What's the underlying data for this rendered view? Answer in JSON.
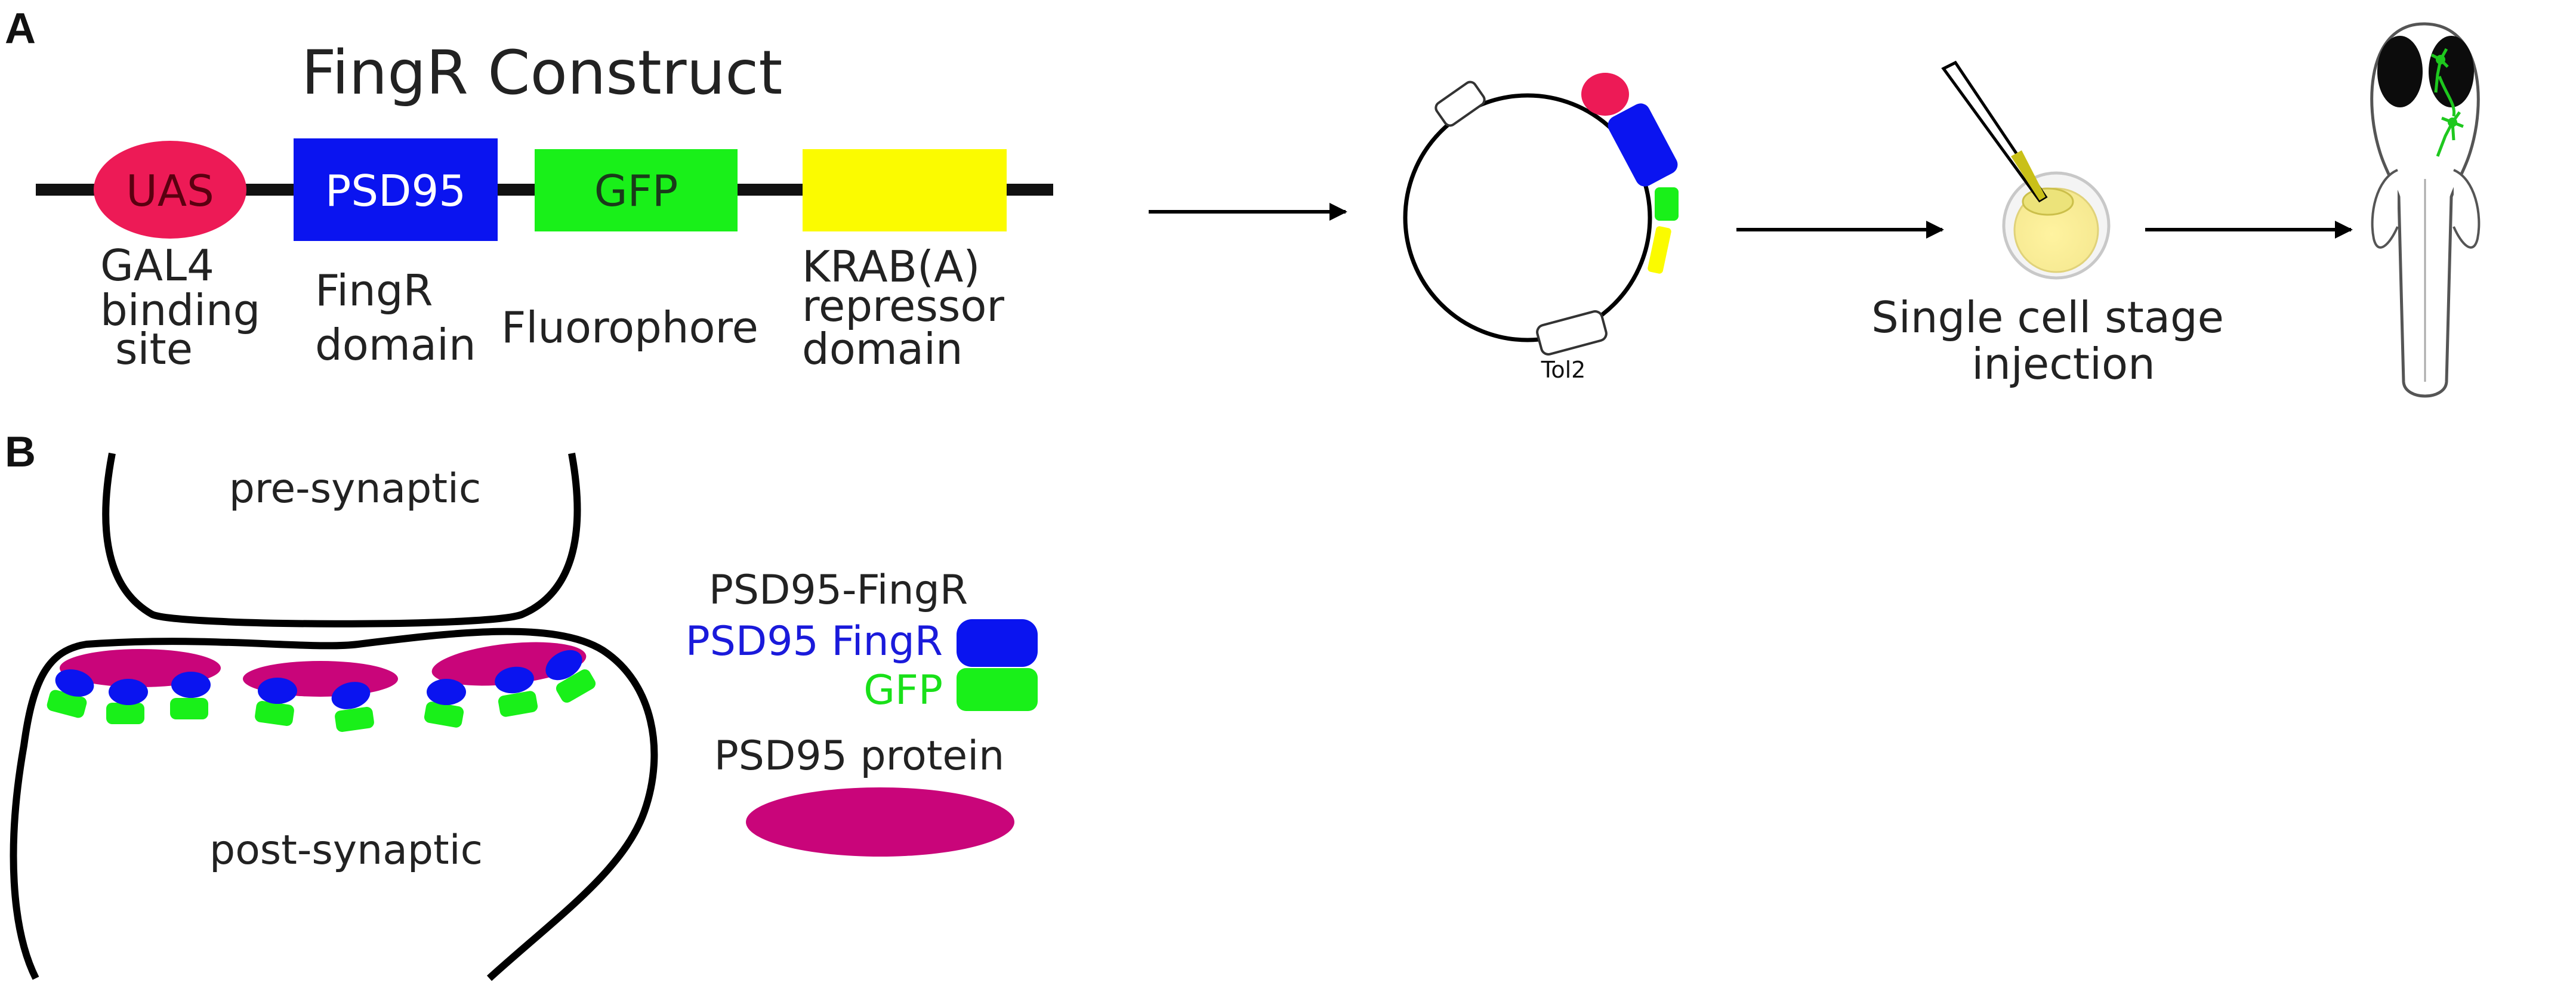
{
  "panel_a": {
    "letter": "A",
    "title": "FingR Construct",
    "elements": [
      {
        "box_label": "UAS",
        "caption": [
          "GAL4",
          "binding",
          "site"
        ],
        "color": "#ed1a56"
      },
      {
        "box_label": "PSD95",
        "caption": [
          "FingR",
          "domain"
        ],
        "color": "#0a14f0"
      },
      {
        "box_label": "GFP",
        "caption": [
          "Fluorophore"
        ],
        "color": "#19f019"
      },
      {
        "box_label": "",
        "caption": [
          "KRAB(A)",
          "repressor",
          "domain"
        ],
        "color": "#fbfb00"
      }
    ],
    "plasmid_label": "Tol2",
    "injection_label": [
      "Single cell stage",
      "injection"
    ]
  },
  "panel_b": {
    "letter": "B",
    "pre_label": "pre-synaptic",
    "post_label": "post-synaptic",
    "legend": {
      "title": "PSD95-FingR",
      "fingr_label": "PSD95 FingR",
      "gfp_label": "GFP",
      "protein_label": "PSD95 protein"
    },
    "colors": {
      "protein": "#c9057a",
      "fingr": "#0a14f0",
      "gfp": "#19f019",
      "fingr_text": "#1a1adb",
      "gfp_text": "#19e019"
    }
  }
}
